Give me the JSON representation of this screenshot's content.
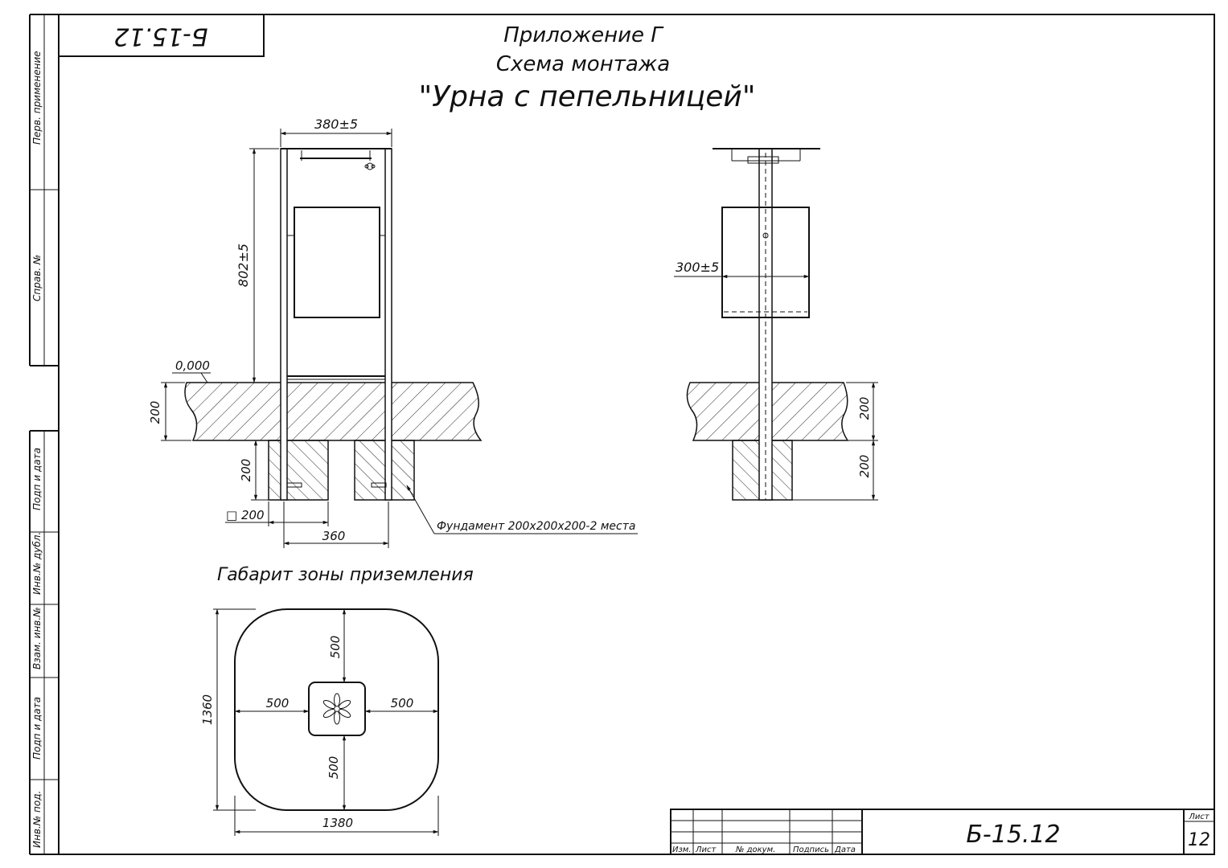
{
  "stamp_code_rotated": "Б-15.12",
  "title": {
    "line1": "Приложение Г",
    "line2": "Схема монтажа",
    "line3": "\"Урна с пепельницей\""
  },
  "side_frame_labels": [
    "Перв. применение",
    "Справ. №",
    "Подп и дата",
    "Инв.№ дубл.",
    "Взам. инв.№",
    "Подп и дата",
    "Инв.№ под."
  ],
  "front_view": {
    "width_dim": "380±5",
    "height_dim": "802±5",
    "level_mark": "0,000",
    "ground_depth": "200",
    "foundation_depth": "200",
    "square_size": "□ 200",
    "post_spacing": "360",
    "foundation_note": "Фундамент 200х200х200-2 места"
  },
  "side_view": {
    "bin_width_dim": "300±5",
    "ground_depth": "200",
    "foundation_depth": "200"
  },
  "landing_zone": {
    "title": "Габарит зоны приземления",
    "top": "500",
    "bottom": "500",
    "left": "500",
    "right": "500",
    "height": "1360",
    "width": "1380"
  },
  "title_block": {
    "columns": [
      "Изм.",
      "Лист",
      "№ докум.",
      "Подпись",
      "Дата"
    ],
    "doc_code": "Б-15.12",
    "sheet_label": "Лист",
    "sheet_number": "12"
  }
}
